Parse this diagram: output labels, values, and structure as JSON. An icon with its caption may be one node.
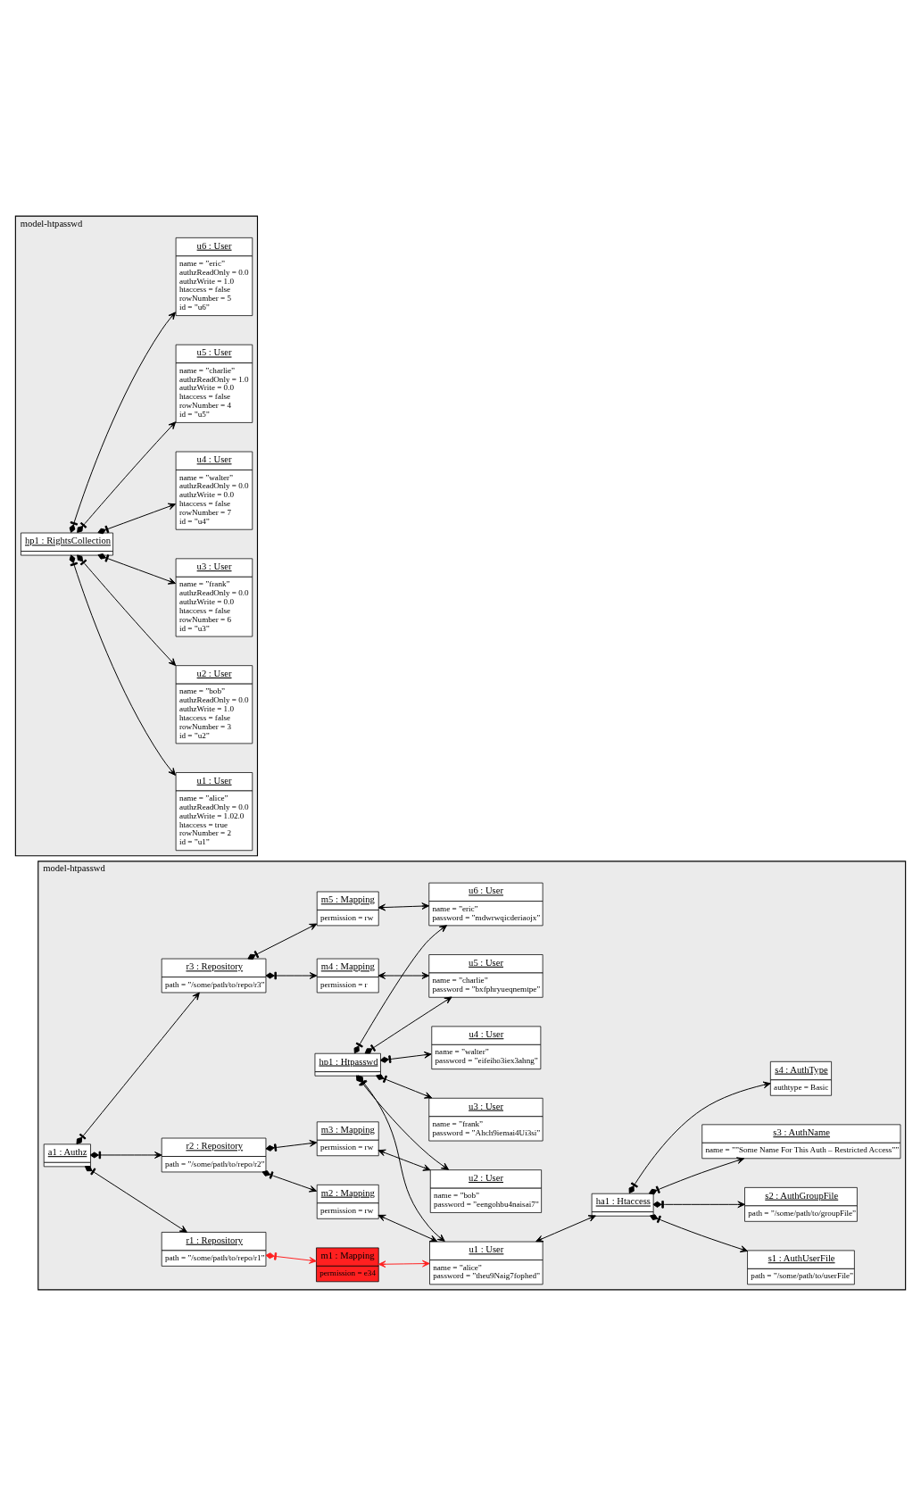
{
  "diagram": {
    "nodes": [
      {
        "text": [
          "model-htpasswd"
        ]
      },
      {
        "text": [
          "hp1 : Htpasswd"
        ],
        "in": 0
      },
      {
        "text": [
          "u1 : User",
          "name = ”alice”",
          "password = ”theu9Naig7fophed”"
        ],
        "in": 0
      },
      {
        "text": [
          "u2 : User",
          "name = ”bob”",
          "password = ”eengohbu4naisai7”"
        ],
        "in": 0
      },
      {
        "text": [
          "u3 : User",
          "name = ”frank”",
          "password = ”Ahch9iemai4Ui3si”"
        ],
        "in": 0
      },
      {
        "text": [
          "u4 : User",
          "name = ”walter”",
          "password = ”eifeiho3iex3ahng”"
        ],
        "in": 0
      },
      {
        "text": [
          "u5 : User",
          "name = ”charlie”",
          "password = ”bxfphryueqnemtpe”"
        ],
        "in": 0
      },
      {
        "text": [
          "u6 : User",
          "name = ”eric”",
          "password = ”mdwrwqicderiaojx”"
        ],
        "in": 0
      },
      {
        "text": [
          "ha1 : Htaccess"
        ],
        "in": 0
      },
      {
        "text": [
          "s1 : AuthUserFile",
          "path = ”/some/path/to/userFile”"
        ],
        "in": 0
      },
      {
        "text": [
          "s2 : AuthGroupFile",
          "path = ”/some/path/to/groupFile”"
        ],
        "in": 0
      },
      {
        "text": [
          "s3 : AuthName",
          "name = ””Some Name For This Auth – Restricted Access””"
        ],
        "in": 0
      },
      {
        "text": [
          "s4 : AuthType",
          "authtype = Basic"
        ],
        "in": 0
      },
      {
        "text": [
          "m1 : Mapping",
          "permission = e34"
        ],
        "in": 0
      },
      {
        "text": [
          "m2 : Mapping",
          "permission = rw"
        ],
        "in": 0
      },
      {
        "text": [
          "m3 : Mapping",
          "permission = rw"
        ],
        "in": 0
      },
      {
        "text": [
          "m4 : Mapping",
          "permission = r"
        ],
        "in": 0
      },
      {
        "text": [
          "m5 : Mapping",
          "permission = rw"
        ],
        "in": 0
      },
      {
        "text": [
          "r1 : Repository",
          "path = ”/some/path/to/repo/r1”"
        ],
        "in": 0
      },
      {
        "text": [
          "r2 : Repository",
          "path = ”/some/path/to/repo/r2”"
        ],
        "in": 0
      },
      {
        "text": [
          "r3 : Repository",
          "path = ”/some/path/to/repo/r3”"
        ],
        "in": 0
      },
      {
        "text": [
          "a1 : Authz"
        ],
        "in": 0
      },
      {
        "text": [
          "model-htpasswd"
        ]
      },
      {
        "text": [
          "hp1 : RightsCollection"
        ],
        "in": 22
      },
      {
        "text": [
          "u1 : User",
          "name = ”alice”",
          "authzReadOnly = 0.0",
          "authzWrite = 1.02.0",
          "htaccess = true",
          "rowNumber = 2",
          "id = ”u1”"
        ],
        "in": 22
      },
      {
        "text": [
          "u2 : User",
          "name = ”bob”",
          "authzReadOnly = 0.0",
          "authzWrite = 1.0",
          "htaccess = false",
          "rowNumber = 3",
          "id = ”u2”"
        ],
        "in": 22
      },
      {
        "text": [
          "u3 : User",
          "name = ”frank”",
          "authzReadOnly = 0.0",
          "authzWrite = 0.0",
          "htaccess = false",
          "rowNumber = 6",
          "id = ”u3”"
        ],
        "in": 22
      },
      {
        "text": [
          "u4 : User",
          "name = ”walter”",
          "authzReadOnly = 0.0",
          "authzWrite = 0.0",
          "htaccess = false",
          "rowNumber = 7",
          "id = ”u4”"
        ],
        "in": 22
      },
      {
        "text": [
          "u5 : User",
          "name = ”charlie”",
          "authzReadOnly = 1.0",
          "authzWrite = 0.0",
          "htaccess = false",
          "rowNumber = 4",
          "id = ”u5”"
        ],
        "in": 22
      },
      {
        "text": [
          "u6 : User",
          "name = ”eric”",
          "authzReadOnly = 0.0",
          "authzWrite = 1.0",
          "htaccess = false",
          "rowNumber = 5",
          "id = ”u6”"
        ],
        "in": 22
      }
    ],
    "edges": [
      {
        "from": 1,
        "to": 2,
        "arrow": "to"
      },
      {
        "from": 1,
        "to": 3,
        "arrow": "to"
      },
      {
        "from": 1,
        "to": 4,
        "arrow": "to"
      },
      {
        "from": 1,
        "to": 5,
        "arrow": "to"
      },
      {
        "from": 1,
        "to": 6,
        "arrow": "to"
      },
      {
        "from": 1,
        "to": 7,
        "arrow": "to"
      },
      {
        "from": 2,
        "to": 8,
        "arrow": "both"
      },
      {
        "from": 13,
        "to": 2,
        "arrow": "both",
        "color": "#ff2020"
      },
      {
        "from": 14,
        "to": 2,
        "arrow": "both"
      },
      {
        "from": 15,
        "to": 3,
        "arrow": "both"
      },
      {
        "from": 16,
        "to": 6,
        "arrow": "both"
      },
      {
        "from": 17,
        "to": 7,
        "arrow": "both"
      },
      {
        "from": 8,
        "to": 9,
        "arrow": "to"
      },
      {
        "from": 8,
        "to": 10,
        "arrow": "to"
      },
      {
        "from": 8,
        "to": 11,
        "arrow": "to"
      },
      {
        "from": 8,
        "to": 12,
        "arrow": "to"
      },
      {
        "from": 18,
        "to": 13,
        "arrow": "to",
        "color": "#ff2020"
      },
      {
        "from": 19,
        "to": 14,
        "arrow": "to"
      },
      {
        "from": 19,
        "to": 15,
        "arrow": "to"
      },
      {
        "from": 20,
        "to": 16,
        "arrow": "to"
      },
      {
        "from": 20,
        "to": 17,
        "arrow": "to"
      },
      {
        "from": 21,
        "to": 18,
        "arrow": "to"
      },
      {
        "from": 21,
        "to": 19,
        "arrow": "to"
      },
      {
        "from": 21,
        "to": 20,
        "arrow": "to"
      },
      {
        "from": 23,
        "to": 24,
        "arrow": "to"
      },
      {
        "from": 23,
        "to": 25,
        "arrow": "to"
      },
      {
        "from": 23,
        "to": 26,
        "arrow": "to"
      },
      {
        "from": 23,
        "to": 27,
        "arrow": "to"
      },
      {
        "from": 23,
        "to": 28,
        "arrow": "to"
      },
      {
        "from": 23,
        "to": 29,
        "arrow": "to"
      }
    ]
  }
}
